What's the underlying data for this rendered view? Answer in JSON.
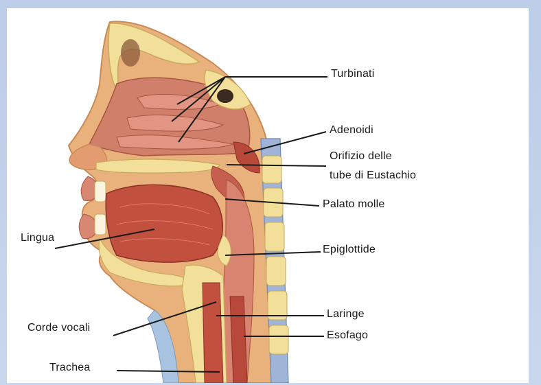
{
  "labels": {
    "turbinati": "Turbinati",
    "adenoidi": "Adenoidi",
    "orifizio_line1": "Orifizio delle",
    "orifizio_line2": "tube di Eustachio",
    "palato_molle": "Palato molle",
    "lingua": "Lingua",
    "epiglottide": "Epiglottide",
    "corde_vocali": "Corde vocali",
    "laringe": "Laringe",
    "esofago": "Esofago",
    "trachea": "Trachea"
  },
  "colors": {
    "frame": "#c4d3ea",
    "background": "#ffffff",
    "skin": "#e8b27a",
    "bone": "#f3e3a0",
    "tissue": "#c9705a",
    "muscle": "#b8493a",
    "vertebra": "#9fb4d6",
    "leader_line": "#1a1a1a"
  }
}
